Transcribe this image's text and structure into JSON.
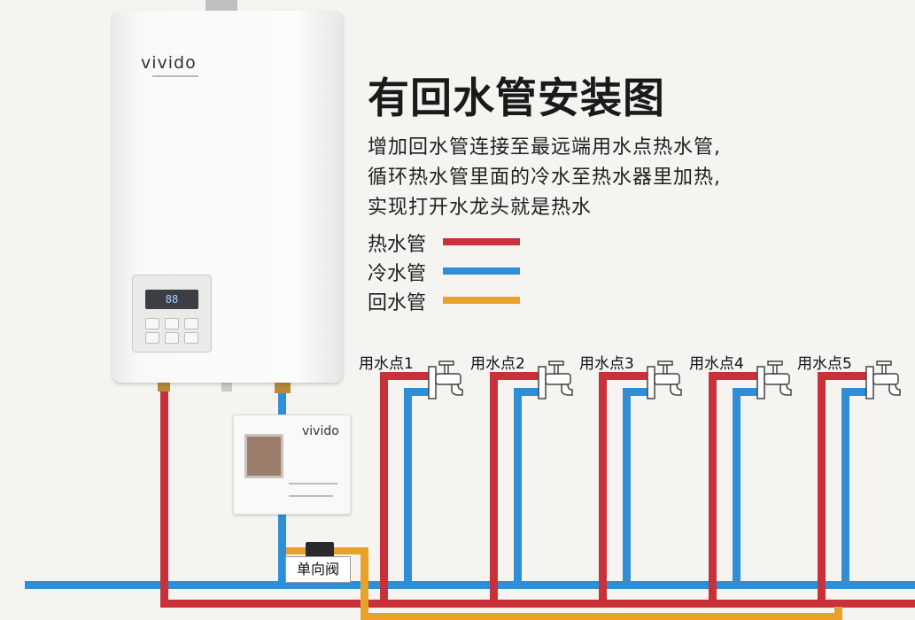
{
  "title": "有回水管安装图",
  "description": [
    "增加回水管连接至最远端用水点热水管,",
    "循环热水管里面的冷水至热水器里加热,",
    "实现打开水龙头就是热水"
  ],
  "legend": [
    {
      "label": "热水管",
      "color": "#c8303a"
    },
    {
      "label": "冷水管",
      "color": "#2f8fd6"
    },
    {
      "label": "回水管",
      "color": "#e8a12a"
    }
  ],
  "water_points": [
    "用水点1",
    "用水点2",
    "用水点3",
    "用水点4",
    "用水点5"
  ],
  "heater": {
    "brand": "vivido",
    "display": "88"
  },
  "controller": {
    "brand": "vivido"
  },
  "valve_label": "单向阀"
}
